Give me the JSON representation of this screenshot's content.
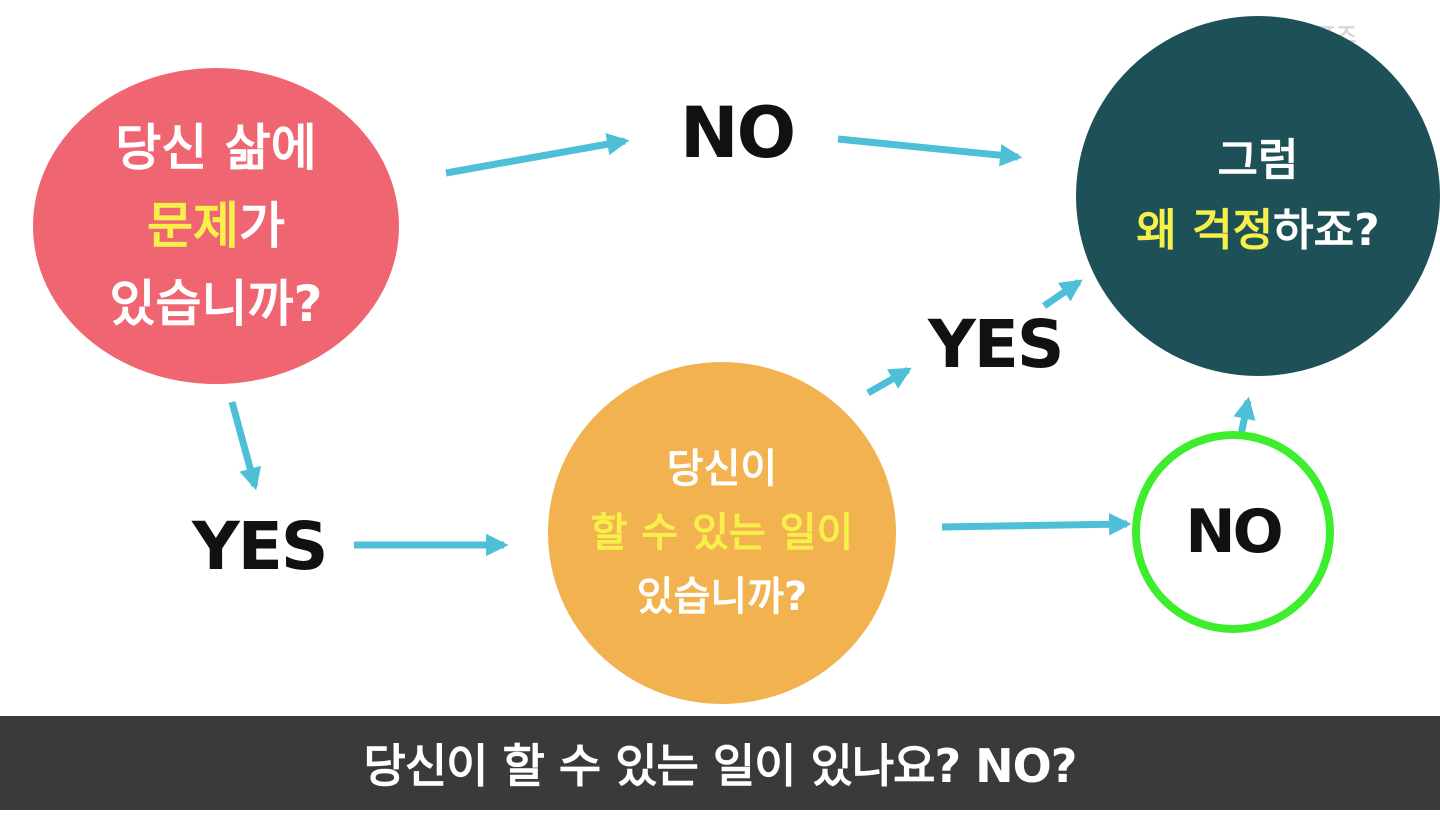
{
  "corner_mark": "포즈",
  "nodes": {
    "problem": {
      "line1": "당신 삶에",
      "line2_highlight": "문제",
      "line2_rest": "가",
      "line3": "있습니까?"
    },
    "can_do": {
      "line1": "당신이",
      "line2_highlight": "할 수 있는 일이",
      "line3": "있습니까?"
    },
    "why_worry": {
      "line1": "그럼",
      "line2_highlight": "왜 걱정",
      "line2_rest": "하죠?"
    },
    "no_ring": {
      "label": "NO"
    }
  },
  "edge_labels": {
    "no_top": "NO",
    "yes_left": "YES",
    "yes_mid": "YES"
  },
  "subtitle": "당신이 할 수 있는 일이 있나요? NO?",
  "colors": {
    "problem_fill": "#ef6571",
    "can_do_fill": "#f2b24f",
    "why_worry_fill": "#1d5157",
    "highlight_text": "#f7f04a",
    "arrow": "#4dbfd6",
    "ring": "#3ded2e",
    "subtitle_bar": "#3a3a3a"
  }
}
